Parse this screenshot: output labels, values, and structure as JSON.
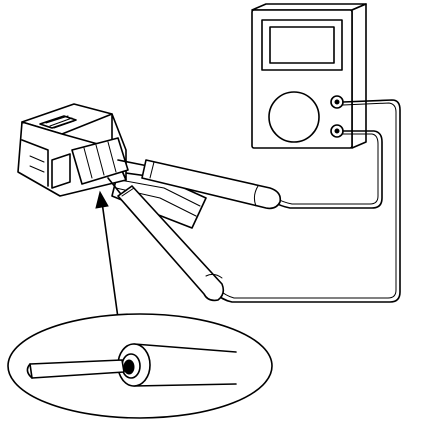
{
  "diagram": {
    "components": [
      {
        "name": "multimeter",
        "icon": "multimeter-icon"
      },
      {
        "name": "connector",
        "icon": "connector-icon"
      },
      {
        "name": "probe",
        "icon": "probe-icon"
      },
      {
        "name": "probe",
        "icon": "probe-icon"
      },
      {
        "name": "detail-magnifier",
        "icon": "magnifier-callout-icon"
      }
    ],
    "colors": {
      "ink": "#000000",
      "paper": "#ffffff"
    }
  }
}
